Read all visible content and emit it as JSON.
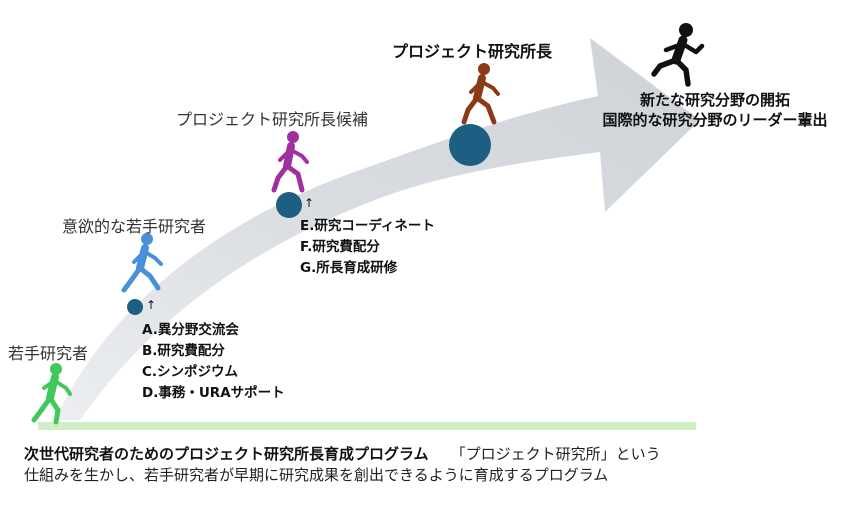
{
  "stages": {
    "young": {
      "label": "若手研究者",
      "color": "#3fc95a"
    },
    "motivated": {
      "label": "意欲的な若手研究者",
      "color": "#4a90d9"
    },
    "candidate": {
      "label": "プロジェクト研究所長候補",
      "color": "#a02fa0"
    },
    "director": {
      "label": "プロジェクト研究所長",
      "color": "#8b3a17"
    },
    "goal": {
      "line1": "新たな研究分野の開拓",
      "line2": "国際的な研究分野のリーダー輩出",
      "color": "#111111"
    }
  },
  "support_lists": {
    "early": [
      "A.異分野交流会",
      "B.研究費配分",
      "C.シンポジウム",
      "D.事務・URAサポート"
    ],
    "later": [
      "E.研究コーディネート",
      "F.研究費配分",
      "G.所長育成研修"
    ]
  },
  "up_arrow": "↑",
  "caption": {
    "program_name": "次世代研究者のためのプロジェクト研究所長育成プログラム",
    "line1_rest": "「プロジェクト研究所」という",
    "line2": "仕組みを生かし、若手研究者が早期に研究成果を創出できるように育成するプログラム"
  },
  "colors": {
    "arrow": "#d4d8dd",
    "ground": "#cfeec6",
    "ball": "#1c5f82"
  }
}
